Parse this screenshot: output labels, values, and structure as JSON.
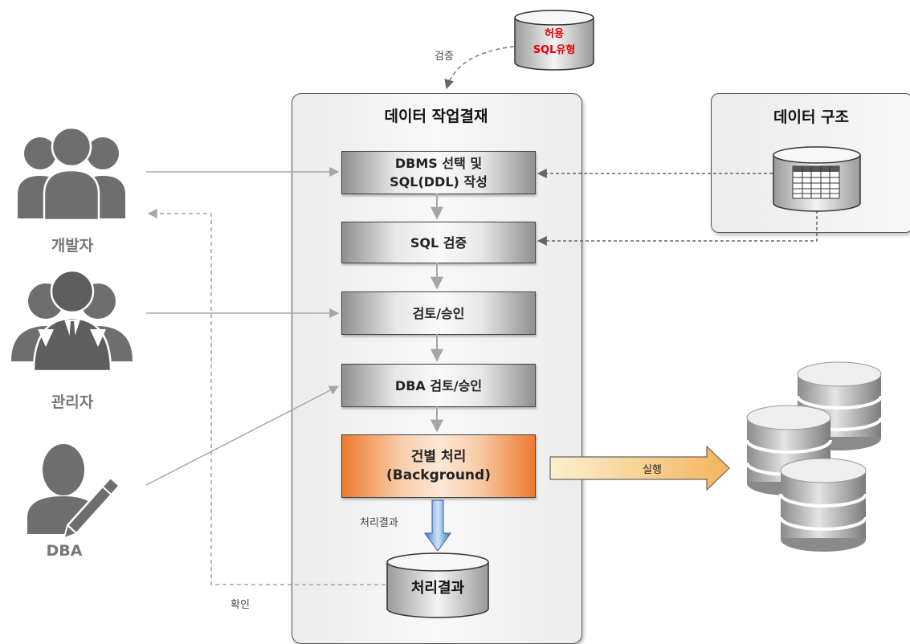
{
  "top_db": {
    "label": "허용\nSQL유형"
  },
  "annotations": {
    "verify": "검증",
    "process_result": "처리결과",
    "confirm": "확인",
    "execute": "실행"
  },
  "main_panel": {
    "title": "데이터 작업결재",
    "steps": [
      {
        "label": "DBMS 선택 및\nSQL(DDL) 작성"
      },
      {
        "label": "SQL 검증"
      },
      {
        "label": "검토/승인"
      },
      {
        "label": "DBA 검토/승인"
      },
      {
        "label": "건별 처리\n(Background)"
      }
    ],
    "result_db": "처리결과"
  },
  "struct_panel": {
    "title": "데이터 구조"
  },
  "actors": [
    {
      "label": "개발자",
      "icon": "developers-group-icon"
    },
    {
      "label": "관리자",
      "icon": "managers-group-icon"
    },
    {
      "label": "DBA",
      "icon": "dba-person-pencil-icon"
    }
  ],
  "colors": {
    "allowed_text": "#e60000",
    "arrow_gray": "#a6a6a6",
    "orange": "#ec7a2e",
    "icon_gray": "#6e6e6e"
  }
}
